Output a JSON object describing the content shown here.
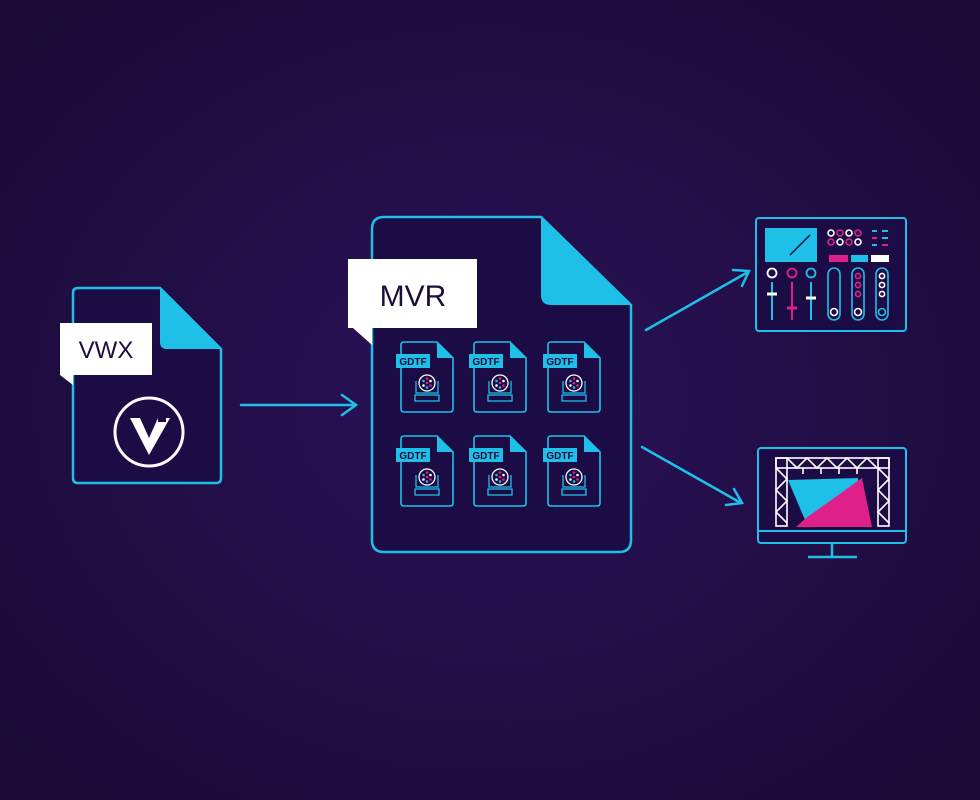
{
  "colors": {
    "background": "#1e0d3c",
    "file_fill": "#1b0c46",
    "accent": "#1ec0e8",
    "magenta": "#e0208a",
    "label_bg": "#ffffff",
    "label_text": "#1e0d3c"
  },
  "source_file": {
    "label": "VWX",
    "logo_icon": "vectorworks-logo-icon"
  },
  "container_file": {
    "label": "MVR",
    "children_label": "GDTF",
    "children_count": 6,
    "child_icon": "moving-head-fixture-icon"
  },
  "outputs": [
    {
      "icon": "lighting-console-icon"
    },
    {
      "icon": "stage-visualizer-monitor-icon"
    }
  ]
}
